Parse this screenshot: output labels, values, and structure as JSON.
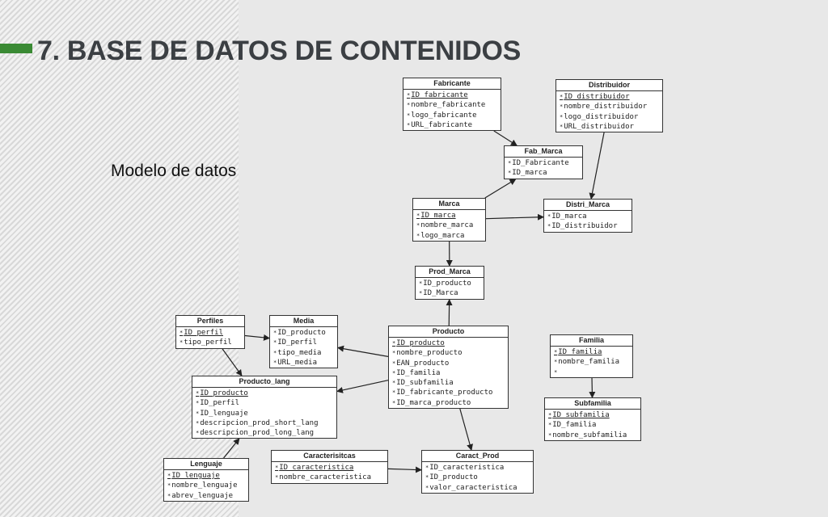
{
  "slide": {
    "title": "7. BASE DE DATOS DE CONTENIDOS",
    "subtitle": "Modelo de datos",
    "accent_color": "#3a8a34"
  },
  "entities": [
    {
      "id": "fabricante",
      "name": "Fabricante",
      "fields": [
        {
          "t": "ID_fabricante",
          "key": true
        },
        {
          "t": "nombre_fabricante"
        },
        {
          "t": "logo_fabricante"
        },
        {
          "t": "URL_fabricante"
        }
      ]
    },
    {
      "id": "distribuidor",
      "name": "Distribuidor",
      "fields": [
        {
          "t": "ID_distribuidor",
          "key": true
        },
        {
          "t": "nombre_distribuidor"
        },
        {
          "t": "logo_distribuidor"
        },
        {
          "t": "URL_distribuidor"
        }
      ]
    },
    {
      "id": "fab_marca",
      "name": "Fab_Marca",
      "fields": [
        {
          "t": "ID_Fabricante"
        },
        {
          "t": "ID_marca"
        }
      ]
    },
    {
      "id": "marca",
      "name": "Marca",
      "fields": [
        {
          "t": "ID_marca",
          "key": true
        },
        {
          "t": "nombre_marca"
        },
        {
          "t": "logo_marca"
        }
      ]
    },
    {
      "id": "distri_marca",
      "name": "Distri_Marca",
      "fields": [
        {
          "t": "ID_marca"
        },
        {
          "t": "ID_distribuidor"
        }
      ]
    },
    {
      "id": "prod_marca",
      "name": "Prod_Marca",
      "fields": [
        {
          "t": "ID_producto"
        },
        {
          "t": "ID_Marca"
        }
      ]
    },
    {
      "id": "perfiles",
      "name": "Perfiles",
      "fields": [
        {
          "t": "ID_perfil",
          "key": true
        },
        {
          "t": "tipo_perfil"
        }
      ]
    },
    {
      "id": "media",
      "name": "Media",
      "fields": [
        {
          "t": "ID_producto"
        },
        {
          "t": "ID_perfil"
        },
        {
          "t": "tipo_media"
        },
        {
          "t": "URL_media"
        }
      ]
    },
    {
      "id": "producto",
      "name": "Producto",
      "fields": [
        {
          "t": "ID_producto",
          "key": true
        },
        {
          "t": "nombre_producto"
        },
        {
          "t": "EAN_producto"
        },
        {
          "t": "ID_familia"
        },
        {
          "t": "ID_subfamilia"
        },
        {
          "t": "ID_fabricante_producto"
        },
        {
          "t": "ID_marca_producto"
        }
      ]
    },
    {
      "id": "familia",
      "name": "Familia",
      "fields": [
        {
          "t": "ID_familia",
          "key": true
        },
        {
          "t": "nombre_familia"
        },
        {
          "t": ""
        }
      ]
    },
    {
      "id": "producto_lang",
      "name": "Producto_lang",
      "fields": [
        {
          "t": "ID_producto",
          "key": true
        },
        {
          "t": "ID_perfil"
        },
        {
          "t": "ID_lenguaje"
        },
        {
          "t": "descripcion_prod_short_lang"
        },
        {
          "t": "descripcion_prod_long_lang"
        }
      ]
    },
    {
      "id": "subfamilia",
      "name": "Subfamilia",
      "fields": [
        {
          "t": "ID_subfamilia",
          "key": true
        },
        {
          "t": "ID_familia"
        },
        {
          "t": "nombre_subfamilia"
        }
      ]
    },
    {
      "id": "caracteristicas",
      "name": "Caracterisitcas",
      "fields": [
        {
          "t": "ID_caracteristica",
          "key": true
        },
        {
          "t": "nombre_caracteristica"
        }
      ]
    },
    {
      "id": "caract_prod",
      "name": "Caract_Prod",
      "fields": [
        {
          "t": "ID_caracteristica"
        },
        {
          "t": "ID_producto"
        },
        {
          "t": "valor_caracteristica"
        }
      ]
    },
    {
      "id": "lenguaje",
      "name": "Lenguaje",
      "fields": [
        {
          "t": "ID_lenguaje",
          "key": true
        },
        {
          "t": "nombre_lenguaje"
        },
        {
          "t": "abrev_lenguaje"
        }
      ]
    }
  ],
  "relations": [
    {
      "from": "fabricante",
      "to": "fab_marca"
    },
    {
      "from": "marca",
      "to": "fab_marca"
    },
    {
      "from": "distribuidor",
      "to": "distri_marca"
    },
    {
      "from": "marca",
      "to": "distri_marca"
    },
    {
      "from": "marca",
      "to": "prod_marca"
    },
    {
      "from": "producto",
      "to": "prod_marca"
    },
    {
      "from": "perfiles",
      "to": "media"
    },
    {
      "from": "producto",
      "to": "media"
    },
    {
      "from": "perfiles",
      "to": "producto_lang"
    },
    {
      "from": "producto",
      "to": "producto_lang"
    },
    {
      "from": "lenguaje",
      "to": "producto_lang"
    },
    {
      "from": "producto",
      "to": "caract_prod"
    },
    {
      "from": "caracteristicas",
      "to": "caract_prod"
    },
    {
      "from": "familia",
      "to": "subfamilia"
    }
  ]
}
